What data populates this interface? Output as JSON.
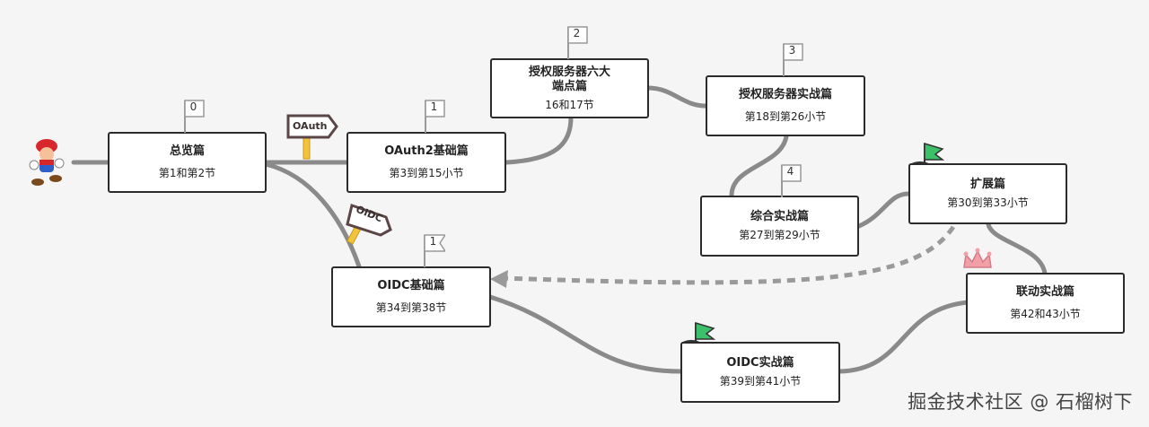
{
  "nodes": [
    {
      "id": "overview",
      "title": "总览篇",
      "subtitle": "第1和第2节",
      "flag": "0"
    },
    {
      "id": "oauth2",
      "title": "OAuth2基础篇",
      "subtitle": "第3到第15小节",
      "flag": "1"
    },
    {
      "id": "endpoints",
      "title": "授权服务器六大\n端点篇",
      "subtitle": "16和17节",
      "flag": "2"
    },
    {
      "id": "auth-server",
      "title": "授权服务器实战篇",
      "subtitle": "第18到第26小节",
      "flag": "3"
    },
    {
      "id": "combined",
      "title": "综合实战篇",
      "subtitle": "第27到第29小节",
      "flag": "4"
    },
    {
      "id": "extension",
      "title": "扩展篇",
      "subtitle": "第30到第33小节",
      "flag": ""
    },
    {
      "id": "oidc-basic",
      "title": "OIDC基础篇",
      "subtitle": "第34到第38节",
      "flag": "1"
    },
    {
      "id": "oidc-practice",
      "title": "OIDC实战篇",
      "subtitle": "第39到第41小节",
      "flag": ""
    },
    {
      "id": "linkage",
      "title": "联动实战篇",
      "subtitle": "第42和43小节",
      "flag": ""
    }
  ],
  "signs": {
    "oauth": "OAuth",
    "oidc": "OIDC"
  },
  "watermark": "掘金技术社区 @ 石榴树下",
  "colors": {
    "path": "#8a8a8a",
    "border": "#2b2b2b",
    "flag_green": "#3cc06a",
    "crown": "#f2a0a8"
  }
}
